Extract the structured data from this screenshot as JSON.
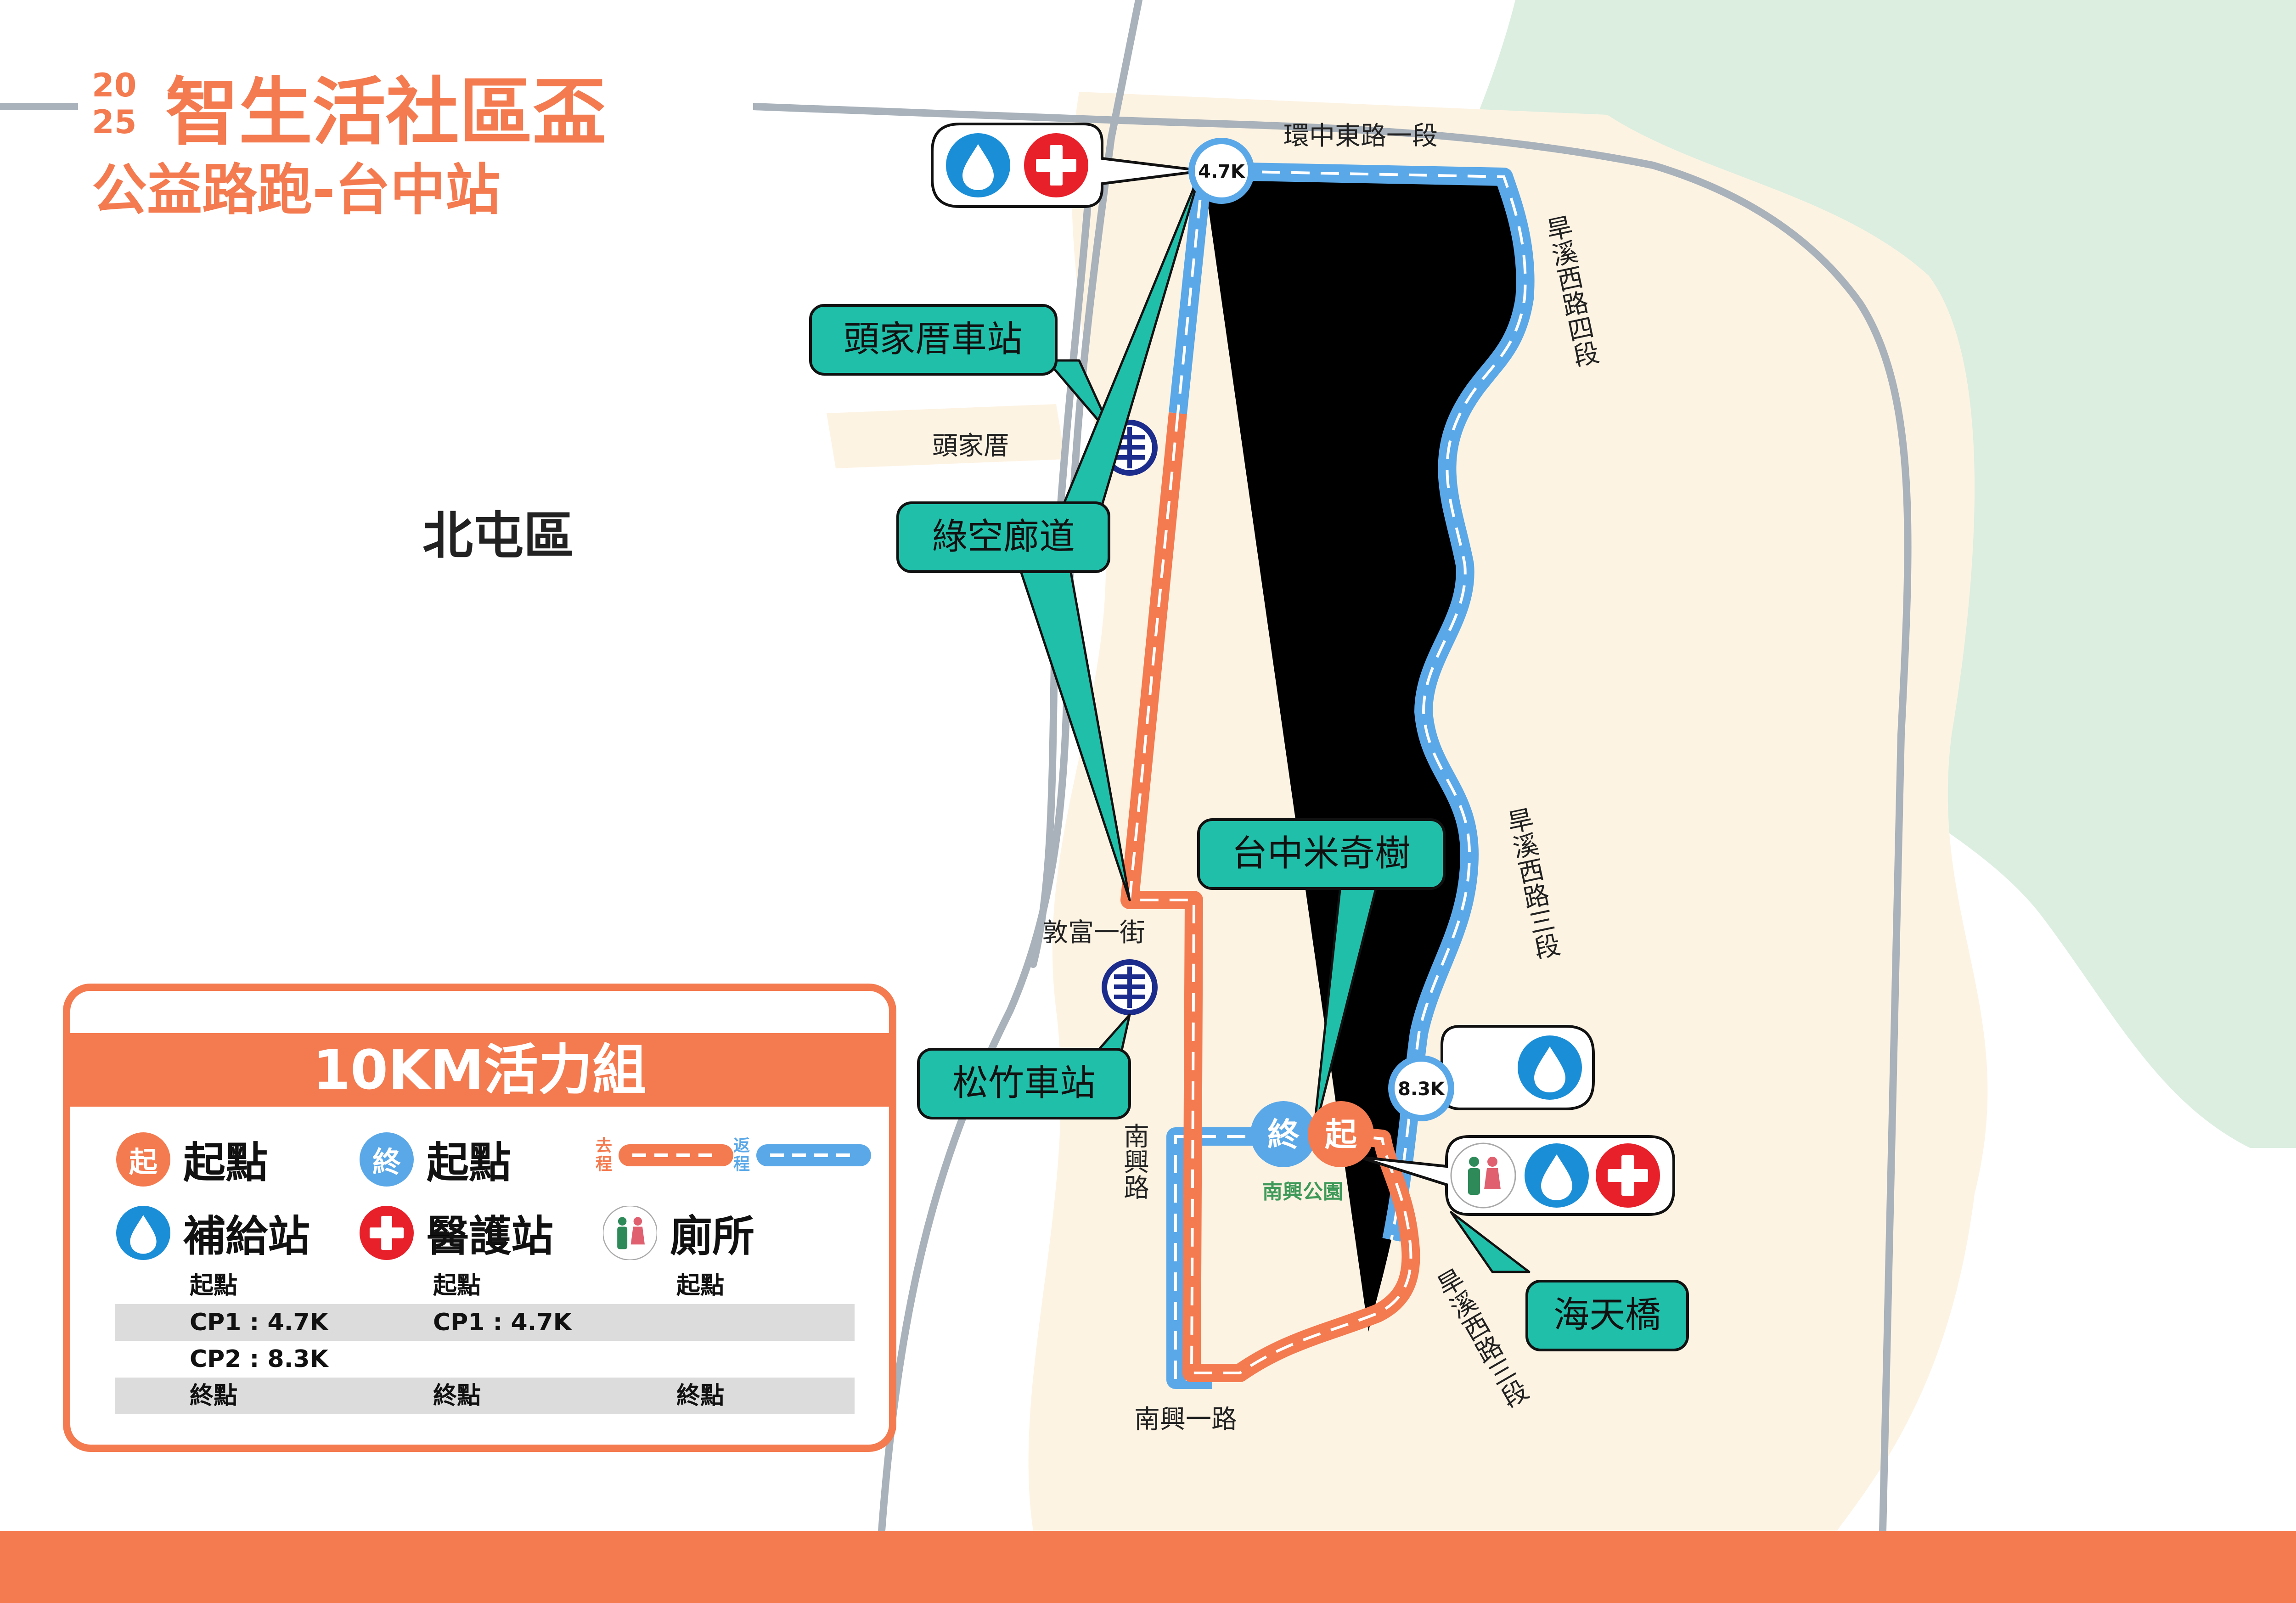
{
  "title": {
    "year_top": "20",
    "year_bottom": "25",
    "line1": "智生活社區盃",
    "line2": "公益路跑-台中站"
  },
  "district": "北屯區",
  "roads": {
    "huanzhong": "環中東路一段",
    "hanxi4": "旱溪西路四段",
    "hanxi3": "旱溪西路三段",
    "hanxi3b": "旱溪西路三段",
    "nanxing": "南興路",
    "nanxing1": "南興一路",
    "dunfu": "敦富一街",
    "toujiacuo": "頭家厝"
  },
  "callouts": {
    "station1": "頭家厝車站",
    "greenway": "綠空廊道",
    "station2": "松竹車站",
    "tree": "台中米奇樹",
    "bridge": "海天橋"
  },
  "checkpoints": {
    "cp1": "4.7K",
    "cp2": "8.3K"
  },
  "start_finish": {
    "finish": "終",
    "start": "起",
    "park": "南興公園"
  },
  "legend": {
    "title": "10KM活力組",
    "start_icon": "起",
    "start_label": "起點",
    "finish_icon": "終",
    "finish_label": "起點",
    "out_route": "去程",
    "return_route": "返程",
    "water_label": "補給站",
    "medic_label": "醫護站",
    "toilet_label": "廁所",
    "rows": [
      [
        "起點",
        "起點",
        "起點"
      ],
      [
        "CP1 : 4.7K",
        "CP1 : 4.7K",
        ""
      ],
      [
        "CP2 : 8.3K",
        "",
        ""
      ],
      [
        "終點",
        "終點",
        "終點"
      ]
    ]
  },
  "colors": {
    "orange": "#f47a4f",
    "blue": "#5aa8e8",
    "teal": "#20bfaa",
    "green_area": "#dbeee0",
    "beige_area": "#fdf3e3",
    "red": "#e8202a",
    "water": "#1b8ed8",
    "train": "#1c2c8c"
  },
  "icons": [
    "water-drop-icon",
    "medical-cross-icon",
    "toilet-icon",
    "train-station-icon"
  ]
}
